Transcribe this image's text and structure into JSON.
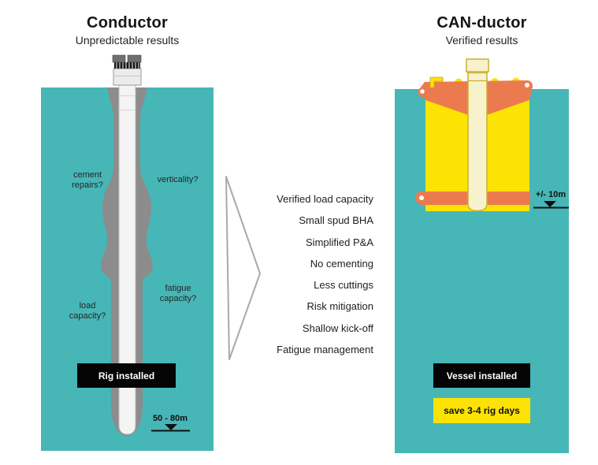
{
  "left_panel": {
    "title": "Conductor",
    "subtitle": "Unpredictable results",
    "labels": {
      "cement": "cement repairs?",
      "verticality": "verticality?",
      "fatigue": "fatigue capacity?",
      "load": "load capacity?"
    },
    "badge": "Rig installed",
    "depth_marker": "50 - 80m"
  },
  "benefits": [
    "Verified load capacity",
    "Small spud BHA",
    "Simplified P&A",
    "No cementing",
    "Less cuttings",
    "Risk mitigation",
    "Shallow kick-off",
    "Fatigue management"
  ],
  "right_panel": {
    "title": "CAN-ductor",
    "subtitle": "Verified results",
    "depth_marker": "+/- 10m",
    "badge": "Vessel installed",
    "highlight_badge": "save 3-4 rig days"
  },
  "colors": {
    "seabed_teal": "#47B6B7",
    "borehole_gray": "#8C8C8C",
    "can_orange": "#EB7B4F",
    "can_yellow": "#FCE303",
    "pipe_cream": "#F8F2CC",
    "badge_black": "#050505",
    "text_black": "#1D1D1D"
  }
}
